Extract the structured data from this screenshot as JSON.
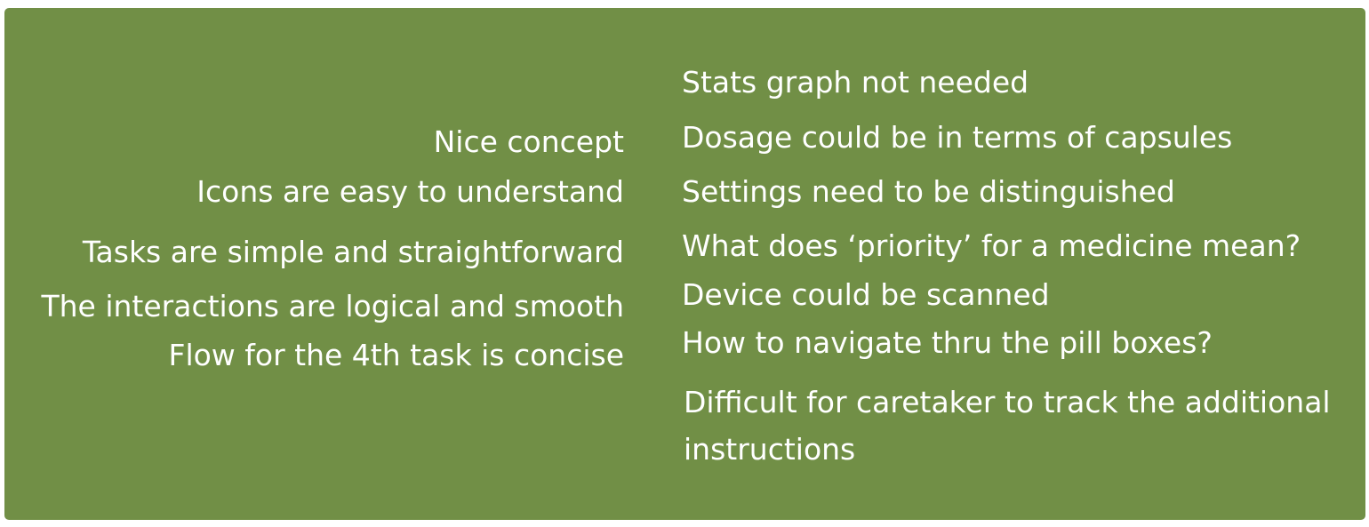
{
  "positives": [
    "Nice concept",
    "Icons are easy to understand",
    "Tasks are simple and straightforward",
    "The interactions are logical and smooth",
    "Flow for the 4th task is concise"
  ],
  "issues": [
    "Stats graph not needed",
    "Dosage could be in terms of capsules",
    "Settings need to be distinguished",
    "What does ‘priority’ for a medicine mean?",
    "Device could be scanned",
    "How to navigate thru the pill boxes?",
    "Difficult for caretaker to track the additional",
    "instructions"
  ],
  "colors": {
    "panel_background": "#718f46",
    "text": "#ffffff"
  }
}
